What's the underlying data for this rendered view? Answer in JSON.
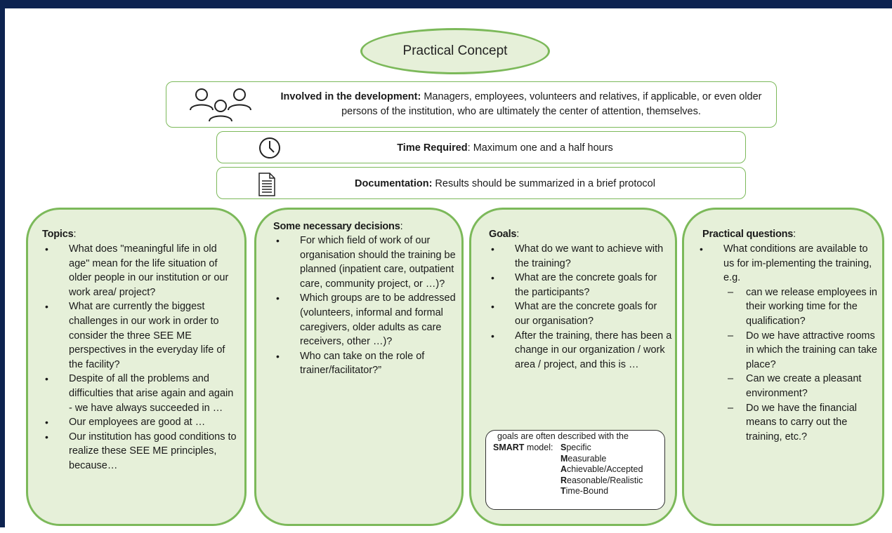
{
  "title": "Practical Concept",
  "involved": {
    "label": "Involved in the development:",
    "text": " Managers, employees, volunteers and relatives, if applicable, or even older persons of the institution, who are ultimately the center of attention, themselves.",
    "icon": "people-group-icon"
  },
  "time": {
    "label": "Time Required",
    "text": ": Maximum one and a half hours",
    "icon": "clock-icon"
  },
  "documentation": {
    "label": "Documentation:",
    "text": " Results should be summarized in a brief protocol",
    "icon": "document-icon"
  },
  "topics": {
    "title": "Topics",
    "suffix": ":",
    "items": [
      "What does \"meaningful life in old age\" mean for the life situation of older people in our institution or our work area/ project?",
      "What are currently the biggest challenges in our work in order to consider the three SEE ME perspectives in the everyday life of the facility?",
      "Despite of all the problems and difficulties that arise again and again - we have always succeeded in …",
      "Our employees are good at …",
      "Our institution has good conditions to realize these SEE ME principles, because…"
    ]
  },
  "decisions": {
    "title": "Some necessary decisions",
    "suffix": ":",
    "items": [
      "For which field of work of our organisation should the training be planned (inpatient care, outpatient care, community project, or …)?",
      "Which groups are to be addressed (volunteers, informal and formal caregivers, older adults as care receivers, other …)?",
      "Who can take on the role of trainer/facilitator?”"
    ]
  },
  "goals": {
    "title": "Goals",
    "suffix": ":",
    "items": [
      "What do we want to achieve with the training?",
      "What are the concrete goals for the participants?",
      "What are the concrete goals for our organisation?",
      "After the training, there has been a change in our organization / work area / project, and this is …"
    ],
    "smart": {
      "intro": "goals are often described with the",
      "label_bold": "SMART",
      "label_rest": " model:",
      "terms": [
        {
          "first": "S",
          "rest": "pecific"
        },
        {
          "first": "M",
          "rest": "easurable"
        },
        {
          "first": "A",
          "rest": "chievable/Accepted"
        },
        {
          "first": "R",
          "rest": "easonable/Realistic"
        },
        {
          "first": "T",
          "rest": "ime-Bound"
        }
      ]
    }
  },
  "practical": {
    "title": "Practical questions",
    "suffix": ":",
    "main": "What conditions are available to us for im-plementing the training, e.g.",
    "sub": [
      "can we release employees in their working time for the qualification?",
      "Do we have attractive rooms in which the training can take place?",
      "Can we create a pleasant environment?",
      "Do we have the financial means to carry out the training, etc.?"
    ]
  },
  "colors": {
    "frame": "#0d2350",
    "green_border": "#7cb95a",
    "green_fill": "#e6f0d9"
  }
}
